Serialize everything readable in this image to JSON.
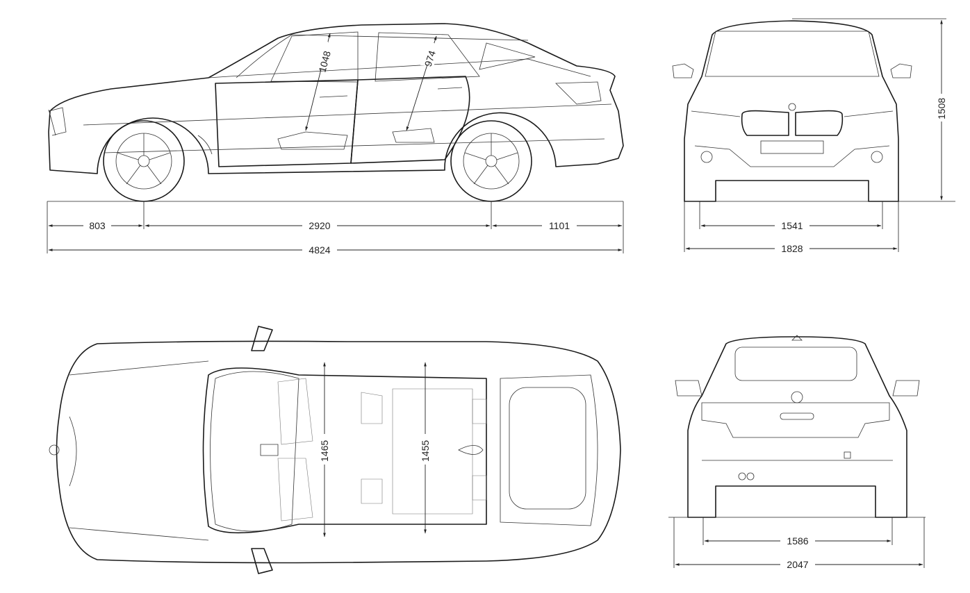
{
  "side_view": {
    "front_overhang": "803",
    "wheelbase": "2920",
    "rear_overhang": "1101",
    "overall_length": "4824",
    "front_headroom": "1048",
    "rear_headroom": "974"
  },
  "front_view": {
    "height": "1508",
    "front_track": "1541",
    "width": "1828"
  },
  "top_view": {
    "front_shoulder_room": "1465",
    "rear_shoulder_room": "1455"
  },
  "rear_view": {
    "rear_track": "1586",
    "width_with_mirrors": "2047"
  }
}
